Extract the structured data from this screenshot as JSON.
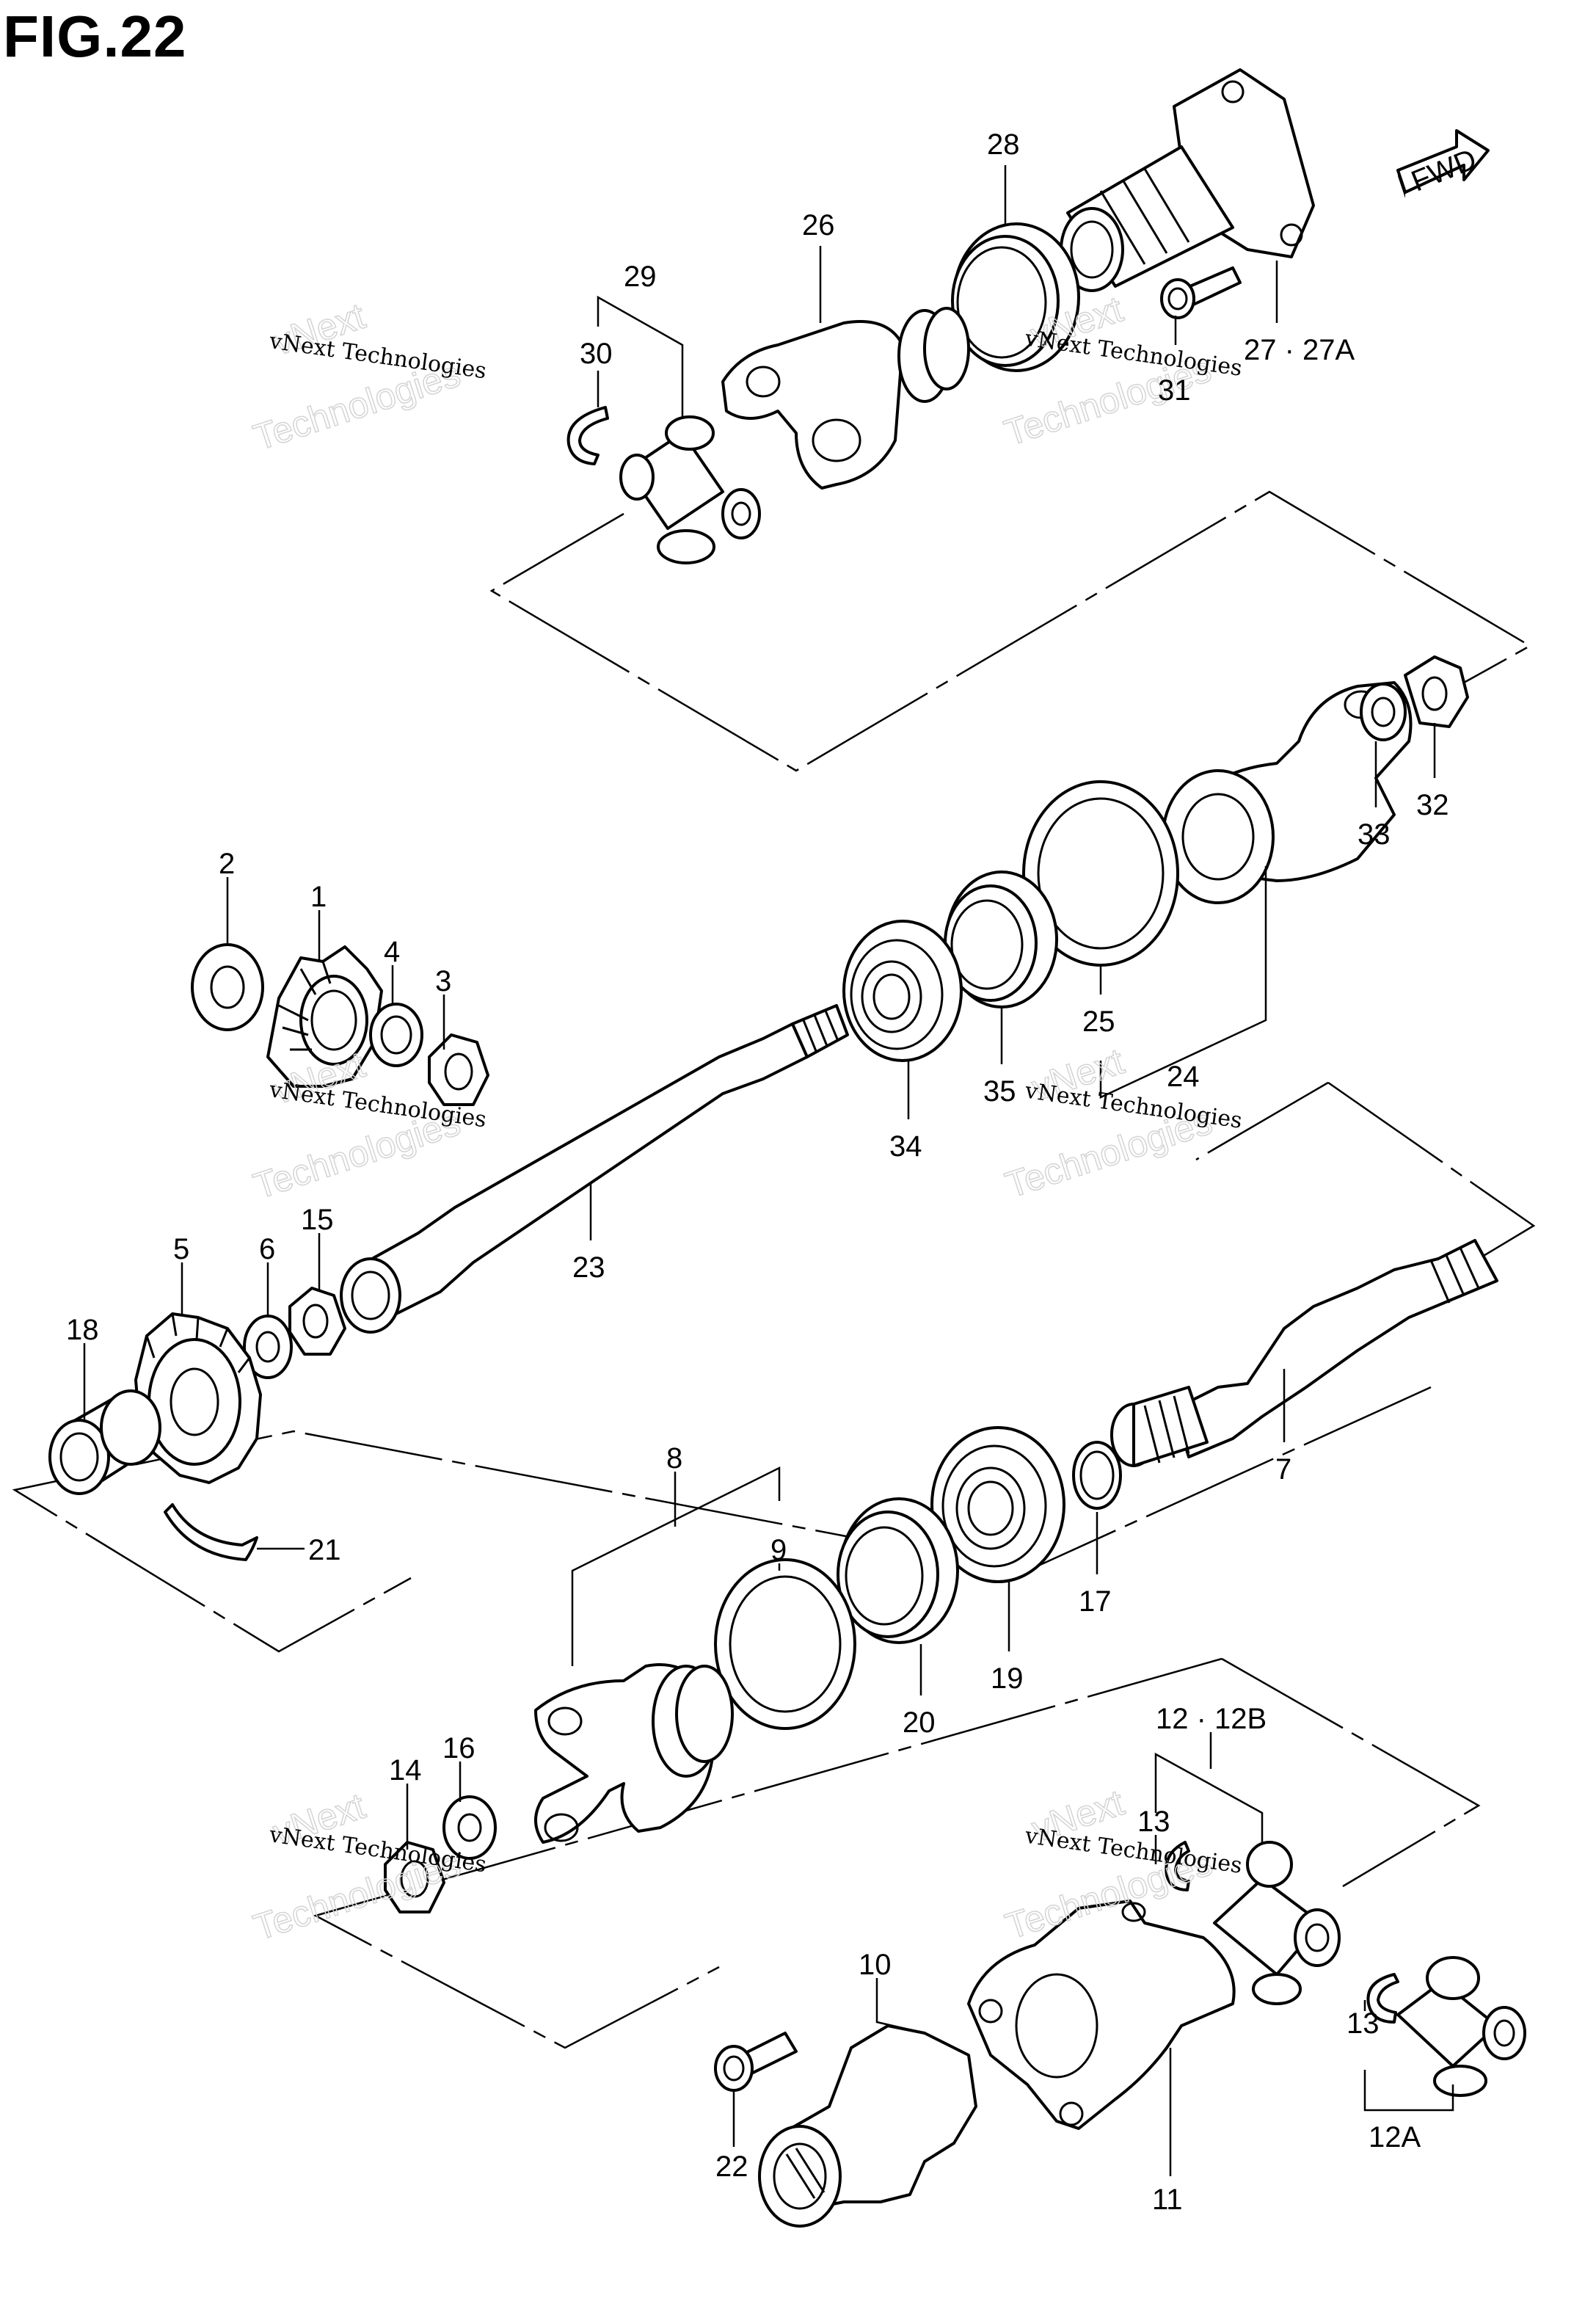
{
  "figure": {
    "title": "FIG.22"
  },
  "arrow": {
    "label": "FWD"
  },
  "watermark": {
    "line1": "vNext Technologies",
    "line2": "vNext",
    "line3": "Technologies"
  },
  "callouts": [
    {
      "id": "c28",
      "text": "28"
    },
    {
      "id": "c26",
      "text": "26"
    },
    {
      "id": "c29",
      "text": "29"
    },
    {
      "id": "c30",
      "text": "30"
    },
    {
      "id": "c27",
      "text": "27 · 27A"
    },
    {
      "id": "c31",
      "text": "31"
    },
    {
      "id": "c33",
      "text": "33"
    },
    {
      "id": "c32",
      "text": "32"
    },
    {
      "id": "c2",
      "text": "2"
    },
    {
      "id": "c1",
      "text": "1"
    },
    {
      "id": "c4",
      "text": "4"
    },
    {
      "id": "c3",
      "text": "3"
    },
    {
      "id": "c25",
      "text": "25"
    },
    {
      "id": "c35",
      "text": "35"
    },
    {
      "id": "c24",
      "text": "24"
    },
    {
      "id": "c34",
      "text": "34"
    },
    {
      "id": "c5",
      "text": "5"
    },
    {
      "id": "c6",
      "text": "6"
    },
    {
      "id": "c15",
      "text": "15"
    },
    {
      "id": "c23",
      "text": "23"
    },
    {
      "id": "c18",
      "text": "18"
    },
    {
      "id": "c7",
      "text": "7"
    },
    {
      "id": "c21",
      "text": "21"
    },
    {
      "id": "c8",
      "text": "8"
    },
    {
      "id": "c9",
      "text": "9"
    },
    {
      "id": "c17",
      "text": "17"
    },
    {
      "id": "c19",
      "text": "19"
    },
    {
      "id": "c20",
      "text": "20"
    },
    {
      "id": "c16",
      "text": "16"
    },
    {
      "id": "c14",
      "text": "14"
    },
    {
      "id": "c12",
      "text": "12 · 12B"
    },
    {
      "id": "c13a",
      "text": "13"
    },
    {
      "id": "c10",
      "text": "10"
    },
    {
      "id": "c13b",
      "text": "13"
    },
    {
      "id": "c22",
      "text": "22"
    },
    {
      "id": "c11",
      "text": "11"
    },
    {
      "id": "c12a",
      "text": "12A"
    }
  ]
}
